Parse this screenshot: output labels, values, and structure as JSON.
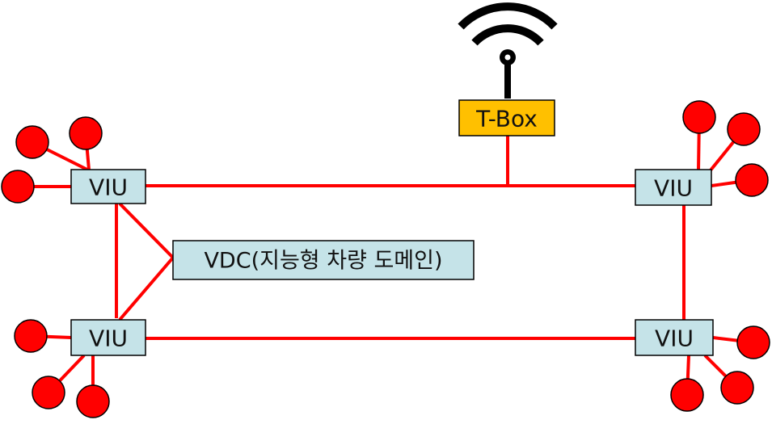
{
  "diagram": {
    "nodes": {
      "tbox": {
        "label": "T-Box",
        "fill": "#FFC000"
      },
      "vdc": {
        "label": "VDC(지능형 차량 도메인)",
        "fill": "#C5E3E8"
      },
      "viu_top_left": {
        "label": "VIU",
        "fill": "#C5E3E8"
      },
      "viu_top_right": {
        "label": "VIU",
        "fill": "#C5E3E8"
      },
      "viu_bottom_left": {
        "label": "VIU",
        "fill": "#C5E3E8"
      },
      "viu_bottom_right": {
        "label": "VIU",
        "fill": "#C5E3E8"
      }
    },
    "colors": {
      "link": "#FF0000",
      "endpoint": "#FF0000",
      "outline": "#000000",
      "antenna": "#000000"
    },
    "icons": {
      "antenna": "wireless-antenna-icon"
    }
  }
}
